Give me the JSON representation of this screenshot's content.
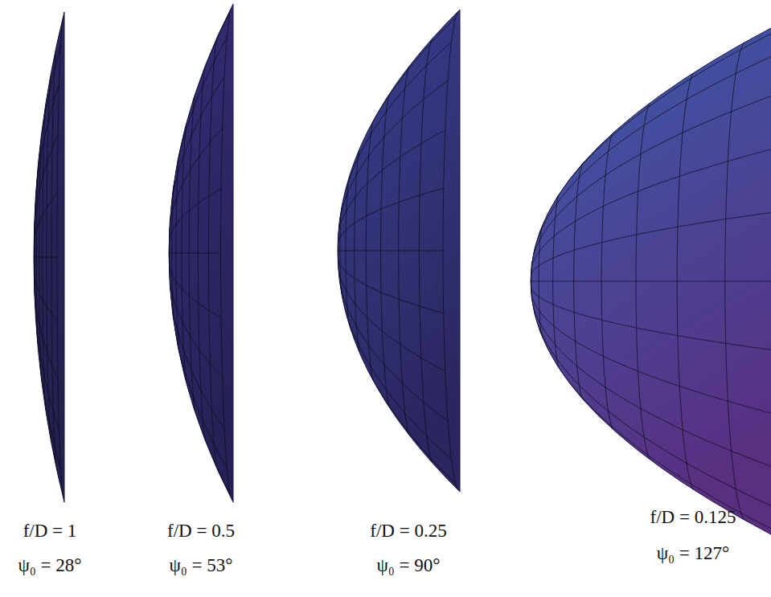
{
  "diagram": {
    "labels": [
      "f/D = 1",
      "ψ₀ = 28°",
      "f/D = 0.5",
      "ψ₀ = 53°",
      "f/D = 0.25",
      "ψ₀ = 90°",
      "f/D = 0.125",
      "ψ₀ = 127°"
    ]
  }
}
